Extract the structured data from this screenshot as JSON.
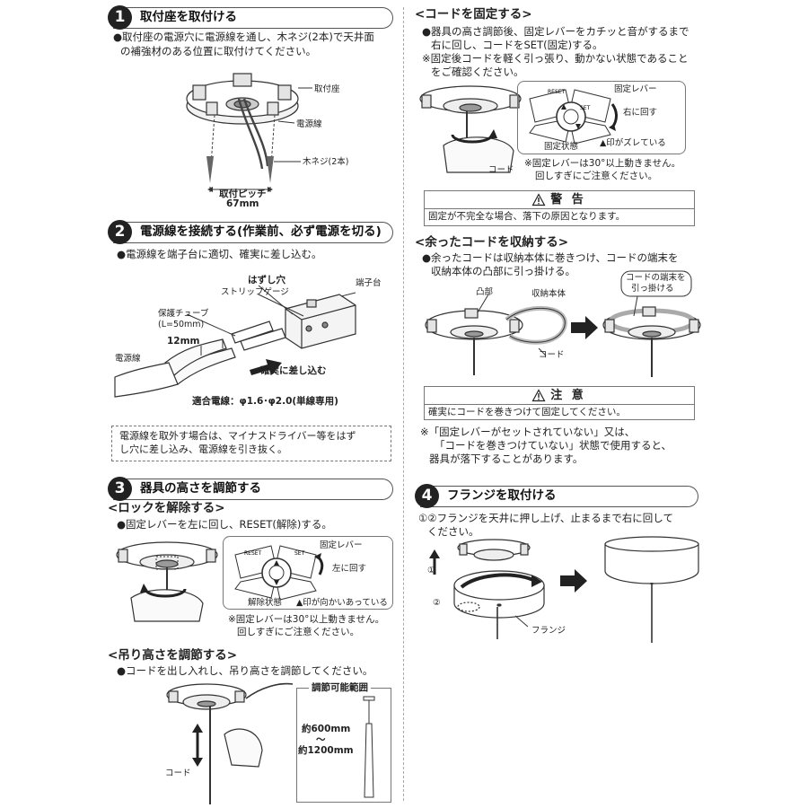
{
  "step1": {
    "num": "1",
    "title": "取付座を取付ける",
    "body_line1": "●取付座の電源穴に電源線を通し、木ネジ(2本)で天井面",
    "body_line2": "の補強材のある位置に取付けてください。",
    "label_base": "取付座",
    "label_wire": "電源線",
    "label_screw": "木ネジ(2本)",
    "pitch_label": "取付ピッチ",
    "pitch_value": "67mm"
  },
  "step2": {
    "num": "2",
    "title": "電源線を接続する(作業前、必ず電源を切る)",
    "body": "●電源線を端子台に適切、確実に差し込む。",
    "label_hole": "はずし穴",
    "label_strip": "ストリップゲージ",
    "label_terminal": "端子台",
    "label_tube": "保護チューブ",
    "label_tube_len": "(L=50mm)",
    "label_12mm": "12mm",
    "label_wire": "電源線",
    "label_insert": "確実に差し込む",
    "label_spec": "適合電線：φ1.6･φ2.0(単線専用)",
    "removal_line1": "電源線を取外す場合は、マイナスドライバー等をはず",
    "removal_line2": "し穴に差し込み、電源線を引き抜く。"
  },
  "step3": {
    "num": "3",
    "title": "器具の高さを調節する",
    "unlock_head": "<ロックを解除する>",
    "unlock_body": "●固定レバーを左に回し、RESET(解除)する。",
    "label_lever": "固定レバー",
    "label_turn_left": "左に回す",
    "label_released": "解除状態",
    "label_arrows_facing": "▲印が向かいあっている",
    "label_reset": "RESET",
    "label_set": "SET",
    "note_line1": "※固定レバーは30°以上動きません。",
    "note_line2": "回しすぎにご注意ください。",
    "height_head": "<吊り高さを調節する>",
    "height_body": "●コードを出し入れし、吊り高さを調節してください。",
    "label_cord": "コード",
    "range_title": "調節可能範囲",
    "range_min": "約600mm",
    "range_tilde": "〜",
    "range_max": "約1200mm"
  },
  "fix": {
    "head": "<コードを固定する>",
    "body_line1": "●器具の高さ調節後、固定レバーをカチッと音がするまで",
    "body_line2": "右に回し、コードをSET(固定)する。",
    "note_line1": "※固定後コードを軽く引っ張り、動かない状態であること",
    "note_line2": "をご確認ください。",
    "label_lever": "固定レバー",
    "label_turn_right": "右に回す",
    "label_fixed": "固定状態",
    "label_arrows_offset": "▲印がズレている",
    "label_cord": "コード",
    "label_reset": "RESET",
    "label_set": "SET",
    "note2_line1": "※固定レバーは30°以上動きません。",
    "note2_line2": "回しすぎにご注意ください。"
  },
  "warning": {
    "title": "警 告",
    "body": "固定が不完全な場合、落下の原因となります。"
  },
  "store": {
    "head": "<余ったコードを収納する>",
    "body_line1": "●余ったコードは収納本体に巻きつけ、コードの端末を",
    "body_line2": "収納本体の凸部に引っ掛ける。",
    "label_bump": "凸部",
    "label_body": "収納本体",
    "label_cord": "コード",
    "label_hook1": "コードの端末を",
    "label_hook2": "引っ掛ける"
  },
  "caution": {
    "title": "注 意",
    "body": "確実にコードを巻きつけて固定してください。"
  },
  "bottom_note": {
    "line1": "※「固定レバーがセットされていない」又は、",
    "line2": "「コードを巻きつけていない」状態で使用すると、",
    "line3": "器具が落下することがあります。"
  },
  "step4": {
    "num": "4",
    "title": "フランジを取付ける",
    "body_line1": "①②フランジを天井に押し上げ、止まるまで右に回して",
    "body_line2": "ください。",
    "label_1": "①",
    "label_2": "②",
    "label_flange": "フランジ"
  }
}
